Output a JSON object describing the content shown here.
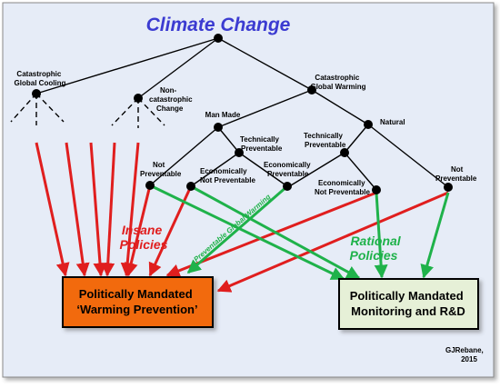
{
  "title": "Climate Change",
  "nodes": {
    "cooling": [
      "Catastrophic",
      "Global Cooling"
    ],
    "noncat": [
      "Non-",
      "catastrophic",
      "Change"
    ],
    "warming": [
      "Catastrophic",
      "Global Warming"
    ],
    "manmade": [
      "Man Made"
    ],
    "natural": [
      "Natural"
    ],
    "tech_prev_left": [
      "Technically",
      "Preventable"
    ],
    "tech_prev_right": [
      "Technically",
      "Preventable"
    ],
    "not_prev_left": [
      "Not",
      "Preventable"
    ],
    "econ_not_prev_left": [
      "Economically",
      "Not Preventable"
    ],
    "econ_prev": [
      "Economically",
      "Preventable"
    ],
    "econ_not_prev_right": [
      "Economically",
      "Not Preventable"
    ],
    "not_prev_right": [
      "Not",
      "Preventable"
    ]
  },
  "labels": {
    "insane": [
      "Insane",
      "Policies"
    ],
    "rational": [
      "Rational",
      "Policies"
    ],
    "preventable_warming": "Preventable Global Warming"
  },
  "boxes": {
    "warming_prevention": [
      "Politically Mandated",
      "‘Warming Prevention’"
    ],
    "monitoring": [
      "Politically Mandated",
      "Monitoring and R&D"
    ]
  },
  "credit": [
    "GJRebane,",
    "2015"
  ],
  "colors": {
    "background": "#e6ecf7",
    "title": "#3b3bd1",
    "red_arrow": "#e01e1e",
    "green_arrow": "#1fb24a",
    "orange_box": "#f26a10",
    "green_box": "#e6f0d7",
    "insane_text": "#e01e1e",
    "rational_text": "#1fb24a"
  }
}
